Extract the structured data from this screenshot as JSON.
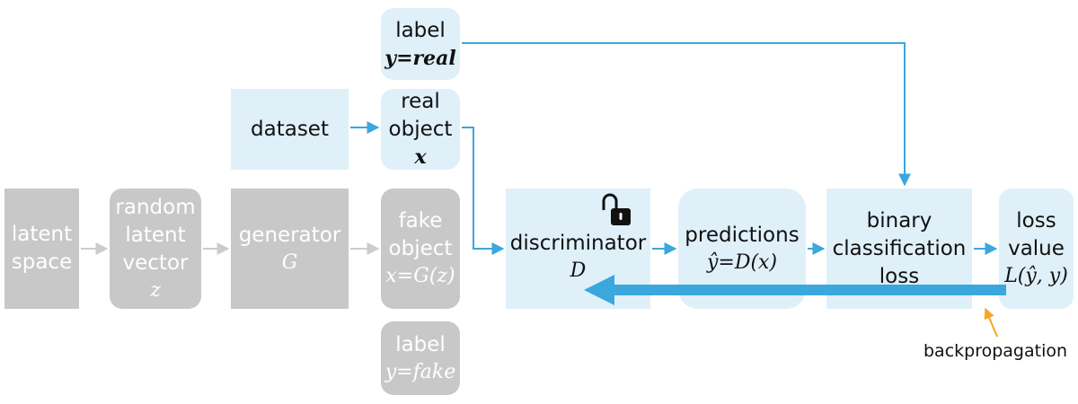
{
  "label_real": {
    "line1": "label",
    "math": "y=real"
  },
  "dataset": {
    "label": "dataset"
  },
  "real_object": {
    "line1": "real",
    "line2": "object",
    "math": "x"
  },
  "latent_space": {
    "line1": "latent",
    "line2": "space"
  },
  "random_latent_vector": {
    "line1": "random",
    "line2": "latent",
    "line3": "vector",
    "math": "z"
  },
  "generator": {
    "label": "generator",
    "math": "G"
  },
  "fake_object": {
    "line1": "fake",
    "line2": "object",
    "math": "x=G(z)"
  },
  "label_fake": {
    "line1": "label",
    "math": "y=fake"
  },
  "discriminator": {
    "label": "discriminator",
    "math": "D"
  },
  "predictions": {
    "label": "predictions",
    "math": "ŷ=D(x)"
  },
  "binary_loss": {
    "line1": "binary",
    "line2": "classification",
    "line3": "loss"
  },
  "loss_value": {
    "line1": "loss",
    "line2": "value",
    "math": "L(ŷ, y)"
  },
  "backpropagation": {
    "label": "backpropagation"
  },
  "colors": {
    "accent_blue": "#3aa7dd",
    "box_blue": "#dff0f9",
    "gray_box": "#c8c8c8",
    "gray_arrow": "#cccccc",
    "orange": "#f5a623"
  },
  "icons": {
    "discriminator_state": "unlocked-padlock-icon"
  }
}
